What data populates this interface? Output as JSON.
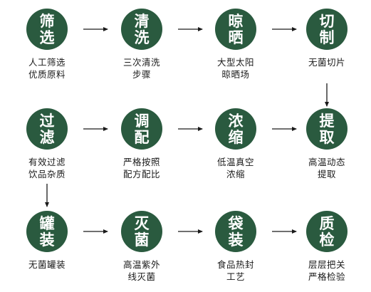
{
  "colors": {
    "node_fill": "#2a5a3f",
    "node_text": "#ffffff",
    "caption_text": "#1a1a1a",
    "arrow": "#1a1a1a"
  },
  "steps": [
    {
      "id": "screening",
      "title": [
        "筛",
        "选"
      ],
      "caption": [
        "人工筛选",
        "优质原料"
      ]
    },
    {
      "id": "washing",
      "title": [
        "清",
        "洗"
      ],
      "caption": [
        "三次清洗",
        "步骤"
      ]
    },
    {
      "id": "drying",
      "title": [
        "晾",
        "晒"
      ],
      "caption": [
        "大型太阳",
        "晾晒场"
      ]
    },
    {
      "id": "cutting",
      "title": [
        "切",
        "制"
      ],
      "caption": [
        "无菌切片"
      ]
    },
    {
      "id": "extraction",
      "title": [
        "提",
        "取"
      ],
      "caption": [
        "高温动态",
        "提取"
      ]
    },
    {
      "id": "concentration",
      "title": [
        "浓",
        "缩"
      ],
      "caption": [
        "低温真空",
        "浓缩"
      ]
    },
    {
      "id": "blending",
      "title": [
        "调",
        "配"
      ],
      "caption": [
        "严格按照",
        "配方配比"
      ]
    },
    {
      "id": "filtering",
      "title": [
        "过",
        "滤"
      ],
      "caption": [
        "有效过滤",
        "饮品杂质"
      ]
    },
    {
      "id": "canning",
      "title": [
        "罐",
        "装"
      ],
      "caption": [
        "无菌罐装"
      ]
    },
    {
      "id": "sterilization",
      "title": [
        "灭",
        "菌"
      ],
      "caption": [
        "高温紫外",
        "线灭菌"
      ]
    },
    {
      "id": "bagging",
      "title": [
        "袋",
        "装"
      ],
      "caption": [
        "食品热封",
        "工艺"
      ]
    },
    {
      "id": "inspection",
      "title": [
        "质",
        "检"
      ],
      "caption": [
        "层层把关",
        "严格检验"
      ]
    }
  ]
}
